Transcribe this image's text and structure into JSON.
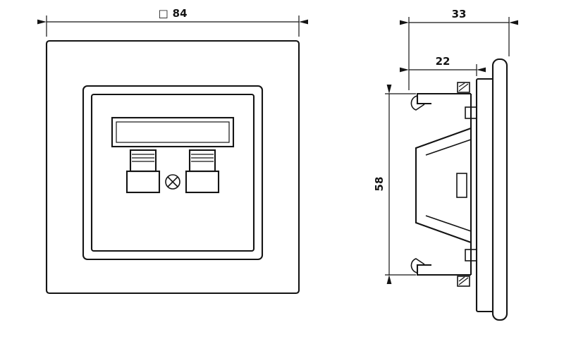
{
  "drawing": {
    "background": "#ffffff",
    "line_color": "#141414",
    "description": "technical-dimension-drawing-of-flush-mounted-data-socket",
    "front_view": {
      "dimension_width": {
        "symbol": "□",
        "value": "84"
      }
    },
    "side_view": {
      "dimension_total_depth": "33",
      "dimension_recess_depth": "22",
      "dimension_height": "58"
    }
  }
}
